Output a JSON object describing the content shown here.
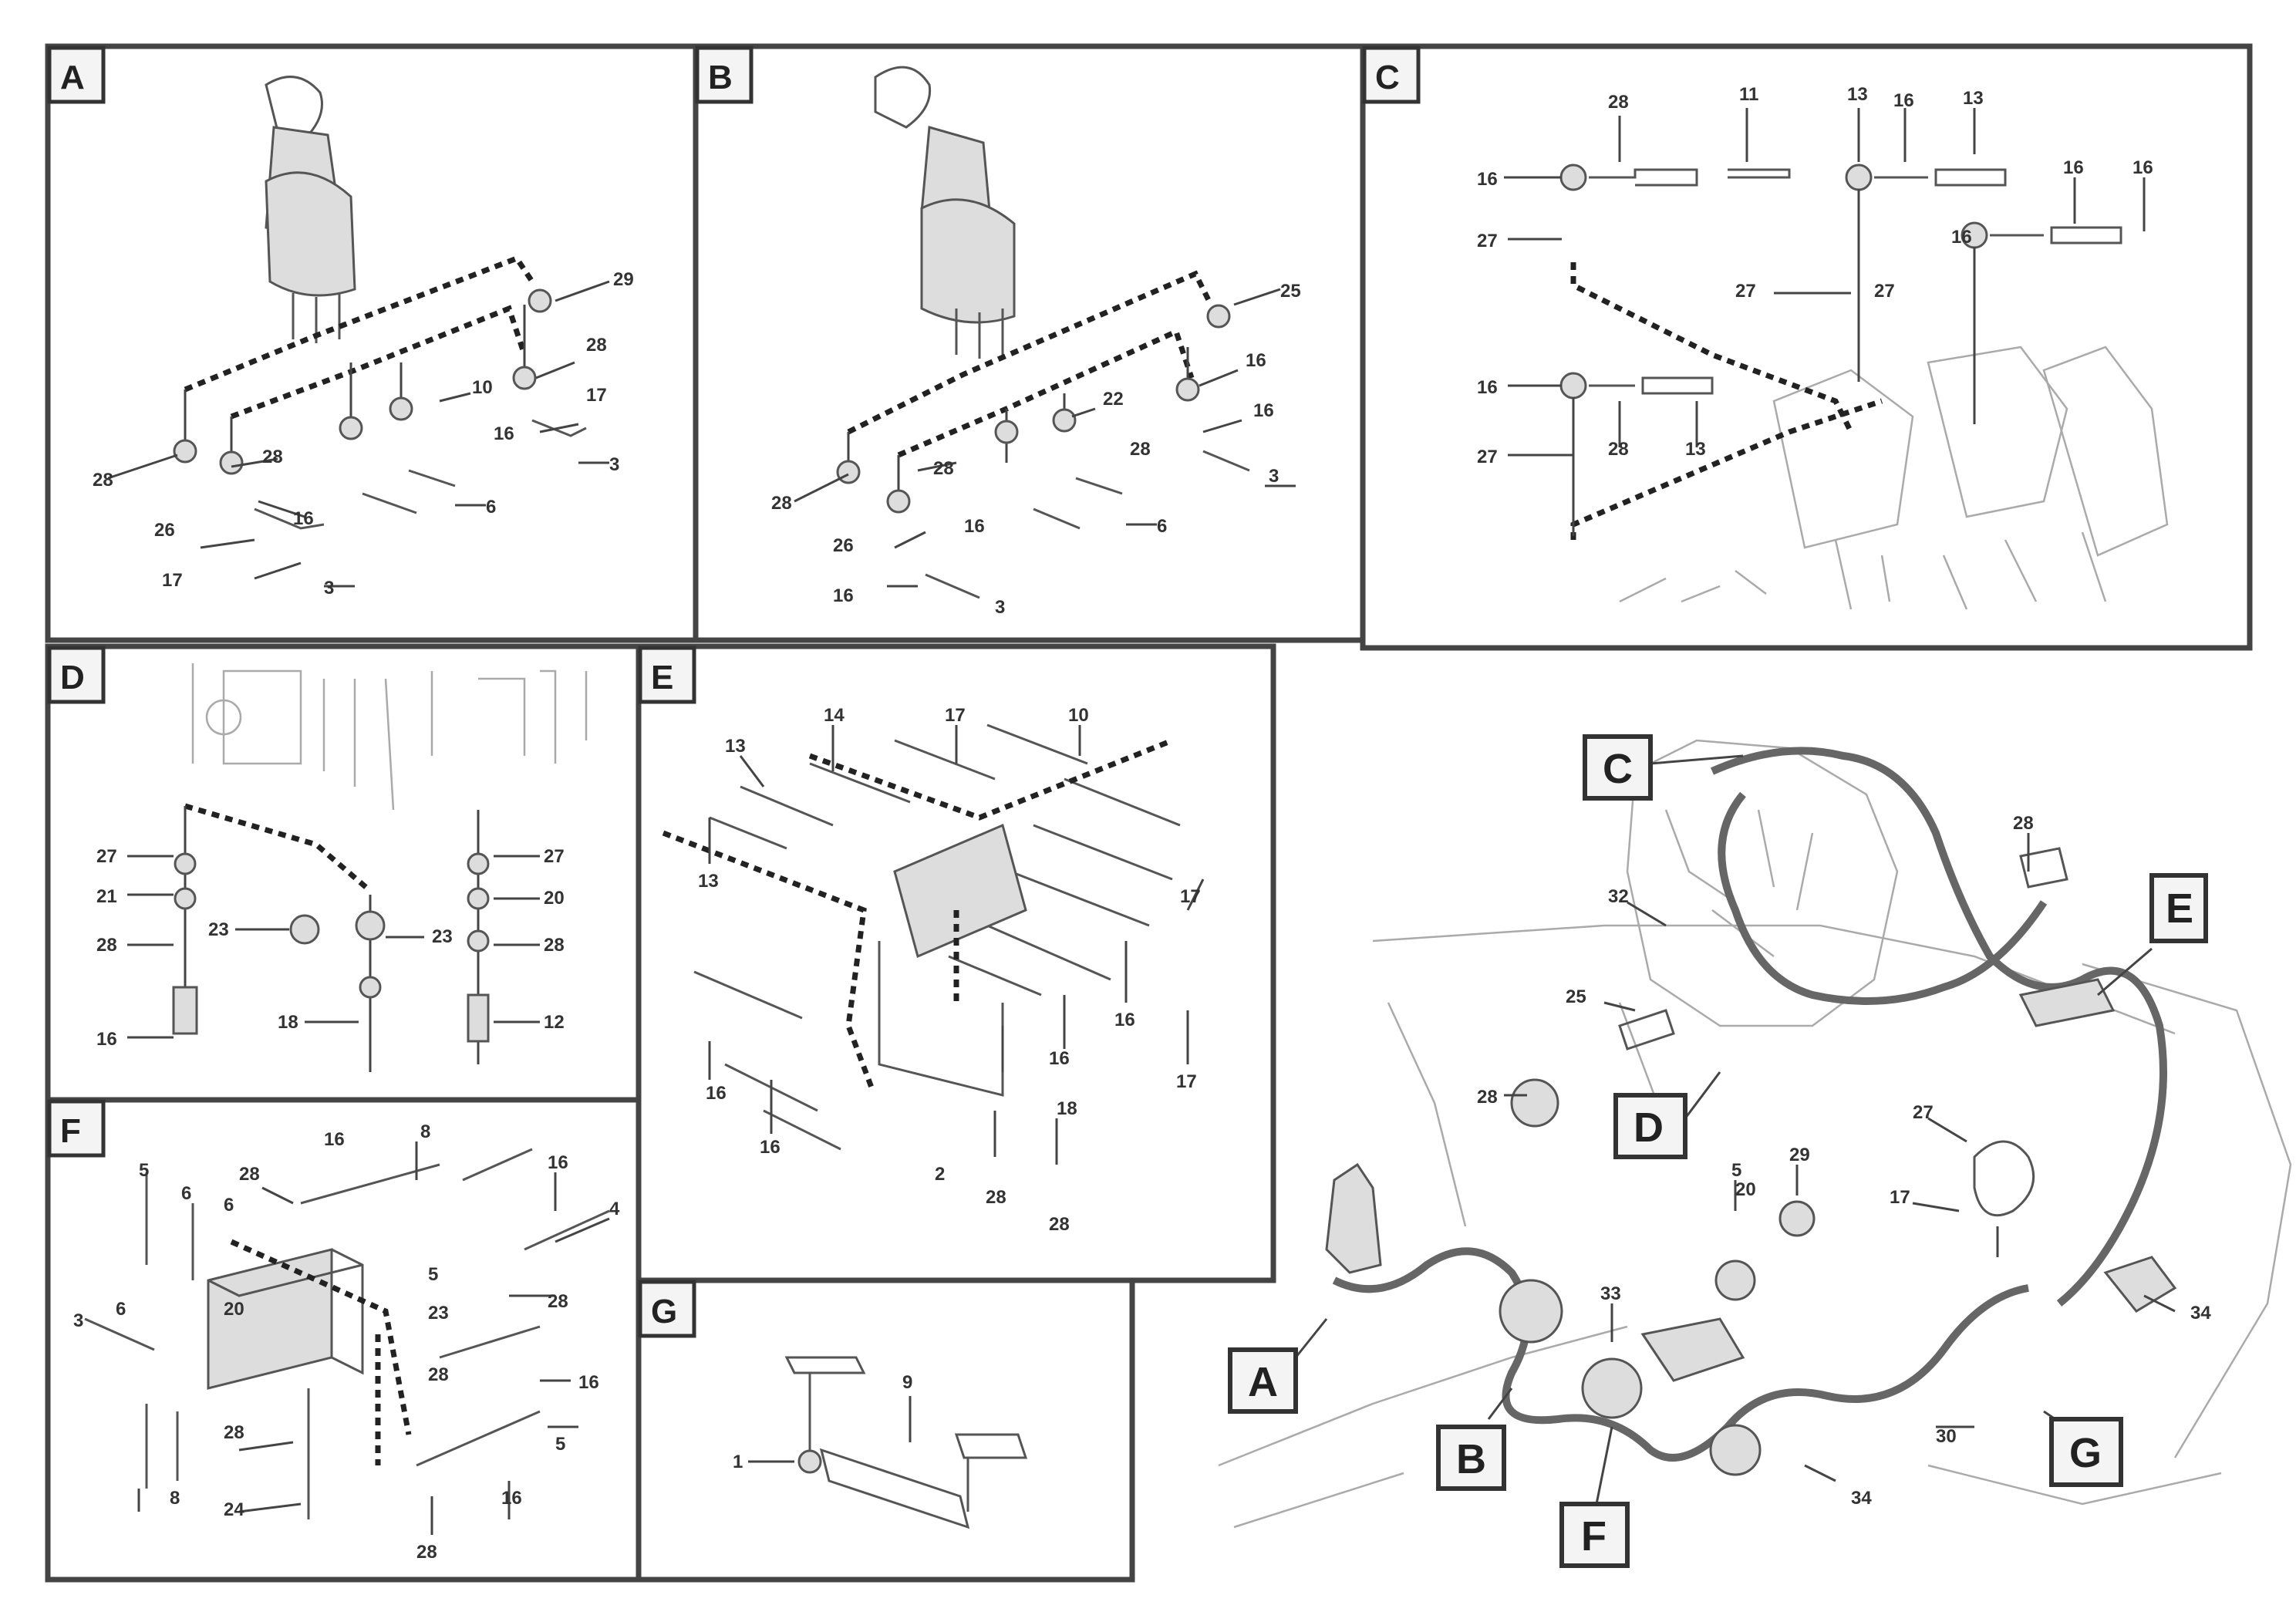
{
  "panels": {
    "A": {
      "tag": "A"
    },
    "B": {
      "tag": "B"
    },
    "C": {
      "tag": "C"
    },
    "D": {
      "tag": "D"
    },
    "E": {
      "tag": "E"
    },
    "F": {
      "tag": "F"
    },
    "G": {
      "tag": "G"
    }
  },
  "overview_callouts": {
    "A": "A",
    "B": "B",
    "C": "C",
    "D": "D",
    "E": "E",
    "F": "F",
    "G": "G"
  },
  "labels": {
    "a1": "28",
    "a2": "29",
    "a3": "10",
    "a4": "17",
    "a5": "16",
    "a6": "3",
    "a7": "28",
    "a8": "28",
    "a9": "16",
    "a10": "6",
    "a11": "26",
    "a12": "17",
    "a13": "3",
    "b1": "28",
    "b2": "25",
    "b3": "16",
    "b4": "22",
    "b5": "16",
    "b6": "3",
    "b7": "28",
    "b8": "28",
    "b9": "16",
    "b10": "6",
    "b11": "26",
    "b12": "16",
    "b13": "3",
    "c1": "28",
    "c2": "11",
    "c3": "13",
    "c4": "16",
    "c5": "13",
    "c6": "16",
    "c7": "27",
    "c8": "16",
    "c9": "16",
    "c10": "27",
    "c11": "27",
    "c12": "16",
    "c13": "28",
    "c14": "13",
    "c15": "27",
    "c16": "16",
    "d1": "27",
    "d2": "21",
    "d3": "28",
    "d4": "16",
    "d5": "23",
    "d6": "23",
    "d7": "18",
    "d8": "27",
    "d9": "20",
    "d10": "28",
    "d11": "12",
    "e1": "13",
    "e2": "14",
    "e3": "17",
    "e4": "10",
    "e5": "13",
    "e6": "17",
    "e7": "16",
    "e8": "16",
    "e9": "16",
    "e10": "16",
    "e11": "17",
    "e12": "18",
    "e13": "2",
    "e14": "28",
    "e15": "28",
    "f1": "16",
    "f2": "8",
    "f3": "28",
    "f4": "5",
    "f5": "6",
    "f6": "6",
    "f7": "16",
    "f8": "4",
    "f9": "3",
    "f10": "6",
    "f11": "20",
    "f12": "23",
    "f13": "5",
    "f14": "28",
    "f15": "28",
    "f16": "16",
    "f17": "5",
    "f18": "28",
    "f19": "24",
    "f20": "28",
    "f21": "16",
    "f22": "8",
    "g1": "1",
    "g2": "9",
    "o1": "28",
    "o2": "32",
    "o3": "25",
    "o4": "28",
    "o5": "5",
    "o6": "20",
    "o7": "29",
    "o8": "27",
    "o9": "17",
    "o10": "33",
    "o11": "30",
    "o12": "34",
    "o13": "34"
  },
  "drawing_ref": {
    "line1": "",
    "line2": "",
    "code": ""
  }
}
